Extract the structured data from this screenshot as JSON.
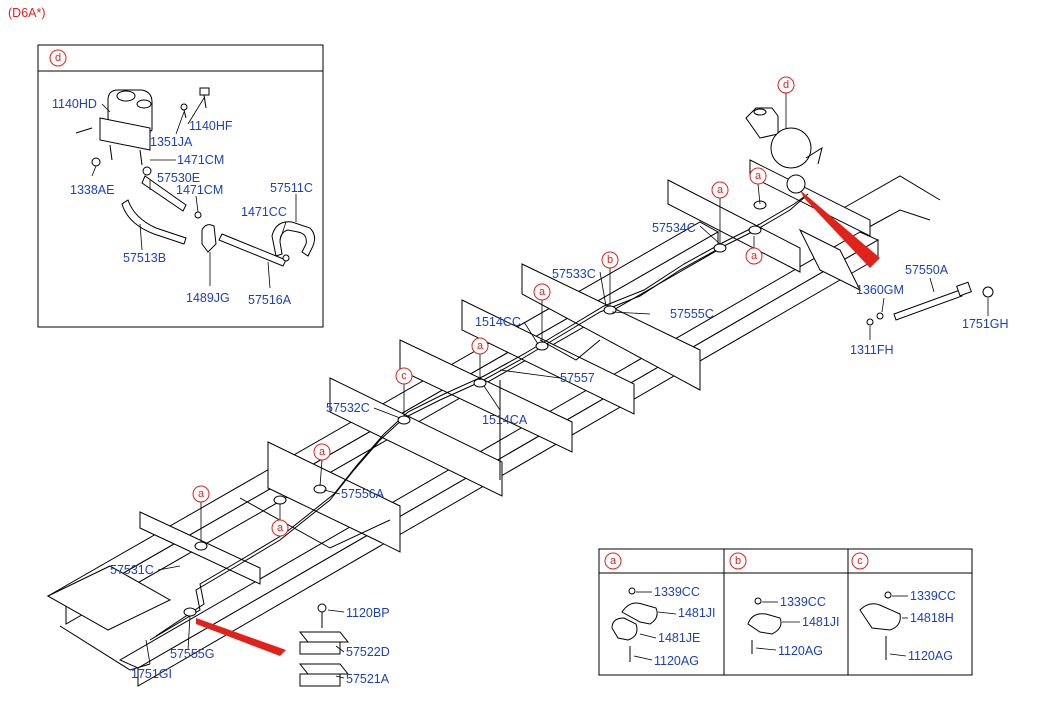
{
  "model_code": "(D6A*)",
  "callouts": [
    "a",
    "b",
    "c",
    "d"
  ],
  "detail_d": {
    "title": "d",
    "labels": [
      "1140HD",
      "1351JA",
      "1140HF",
      "1471CM",
      "1338AE",
      "57530E",
      "1471CM",
      "57511C",
      "1471CC",
      "57513B",
      "1489JG",
      "57516A"
    ]
  },
  "main_labels": [
    "57534C",
    "57533C",
    "57555C",
    "1514CC",
    "57557",
    "57532C",
    "1514CA",
    "57556A",
    "57531C",
    "57555G",
    "1751GI",
    "57550A",
    "1360GM",
    "1751GH",
    "1311FH"
  ],
  "clamp_labels": [
    "1120BP",
    "57522D",
    "57521A"
  ],
  "legend": {
    "a": {
      "title": "a",
      "labels": [
        "1339CC",
        "1481JI",
        "1481JE",
        "1120AG"
      ]
    },
    "b": {
      "title": "b",
      "labels": [
        "1339CC",
        "1481JI",
        "1120AG"
      ]
    },
    "c": {
      "title": "c",
      "labels": [
        "1339CC",
        "14818H",
        "1120AG"
      ]
    }
  },
  "colors": {
    "label": "#1a3fc4",
    "callout": "#e0221b",
    "pointer": "#e0221b",
    "line": "#000000"
  }
}
